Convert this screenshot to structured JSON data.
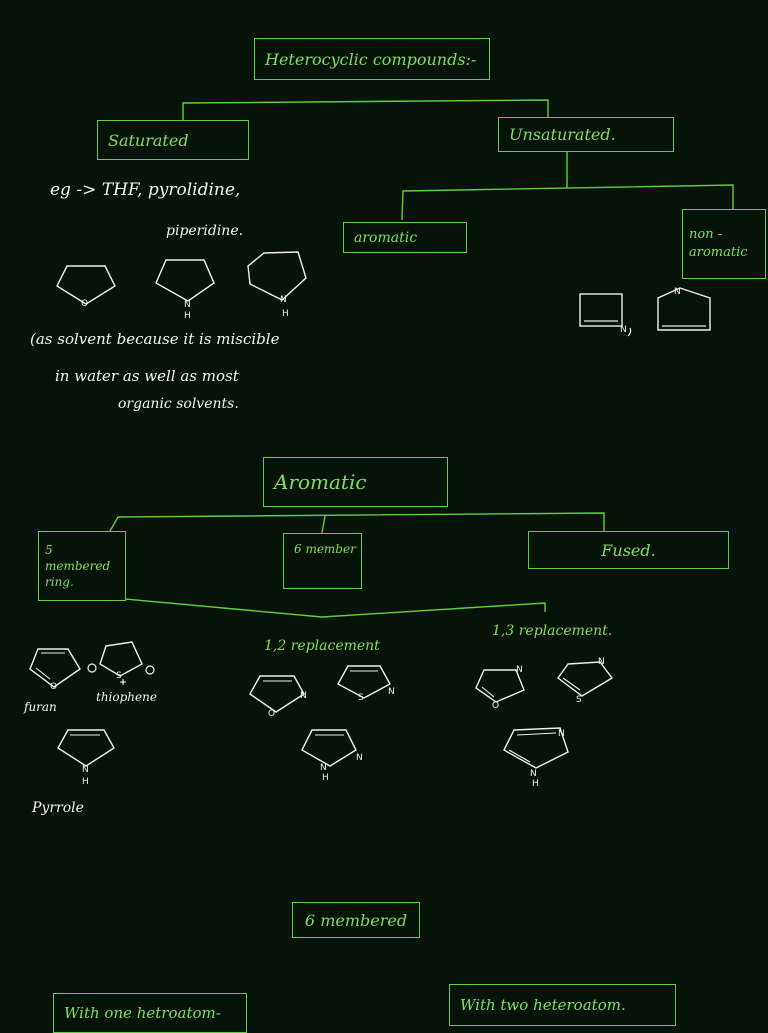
{
  "boxes": {
    "heterocyclic": "Heterocyclic compounds:-",
    "saturated": "Saturated",
    "unsaturated": "Unsaturated.",
    "aromatic_small": "aromatic",
    "non_aromatic_line1": "non -",
    "non_aromatic_line2": "aromatic",
    "aromatic_main": "Aromatic",
    "five_membered_line1": "5 membered",
    "five_membered_line2": "ring.",
    "six_membered_small": "6 member",
    "fused": "Fused.",
    "six_membered": "6 membered",
    "one_heteroatom": "With one hetroatom-",
    "two_heteroatom": "With two heteroatom."
  },
  "notes": {
    "eg_line": "eg -> THF, pyrolidine,",
    "piperidine": "piperidine.",
    "solvent_line1": "(as solvent because it is miscible",
    "solvent_line2": "in water as well as most",
    "solvent_line3": "organic solvents.",
    "furan": "furan",
    "thiophene": "thiophene",
    "pyrrole": "Pyrrole",
    "repl_12": "1,2 replacement",
    "repl_13": "1,3 replacement."
  },
  "atoms": {
    "O": "O",
    "N": "N",
    "S": "S",
    "H": "H"
  },
  "colors": {
    "background": "#071209",
    "box_border": "#5fcf3d",
    "box_text": "#7ee05a",
    "ink": "#f2f2f2"
  }
}
